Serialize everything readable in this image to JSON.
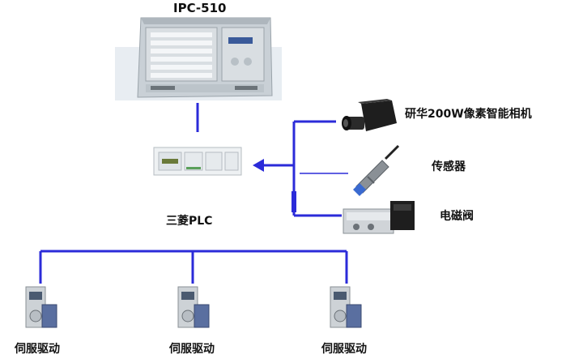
{
  "ipc": {
    "label": "IPC-510"
  },
  "plc": {
    "label": "三菱PLC"
  },
  "camera": {
    "label": "研华200W像素智能相机"
  },
  "sensor": {
    "label": "传感器"
  },
  "valve": {
    "label": "电磁阀"
  },
  "servos": [
    {
      "label": "伺服驱动"
    },
    {
      "label": "伺服驱动"
    },
    {
      "label": "伺服驱动"
    }
  ],
  "colors": {
    "wire": "#2b2bd9",
    "frame": "#c9d0d6",
    "panel": "#d9dee2",
    "lcd": "#3a5a9a"
  },
  "icons": [
    "industrial-pc-icon",
    "plc-module-icon",
    "smart-camera-icon",
    "proximity-sensor-icon",
    "solenoid-valve-icon",
    "servo-drive-icon"
  ]
}
